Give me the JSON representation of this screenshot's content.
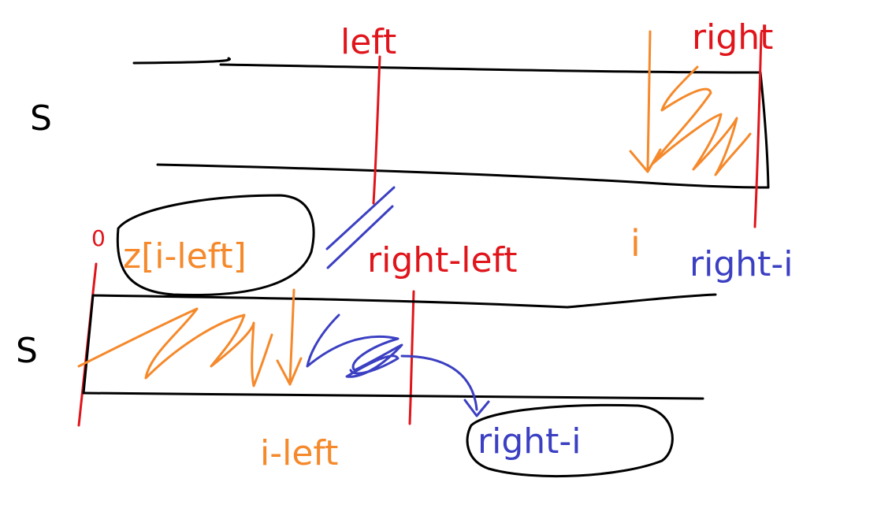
{
  "colors": {
    "ink": "#000000",
    "red": "#e0151b",
    "orange": "#f5892b",
    "blue": "#3b3fc2",
    "background": "#ffffff"
  },
  "labels": {
    "left": "left",
    "right": "right",
    "s_top": "S",
    "s_bottom": "S",
    "i_marker": "i",
    "right_minus_i_top": "right-i",
    "z_i_left": "z[i-left]",
    "right_minus_left": "right-left",
    "zero": "0",
    "i_minus_left": "i-left",
    "right_minus_i_bottom": "right-i"
  }
}
